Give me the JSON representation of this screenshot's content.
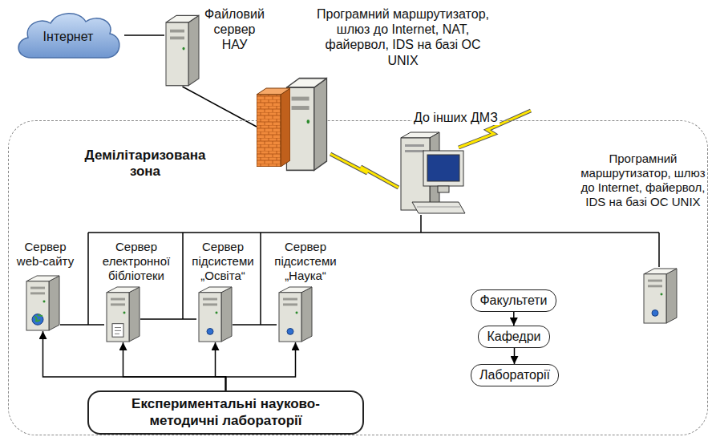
{
  "diagram": {
    "nodes": [
      {
        "text": [
          "Інтернет"
        ]
      },
      {
        "text": [
          "Файловий сервер НАУ"
        ]
      },
      {
        "text": [
          "Програмний маршрутизатор, шлюз до Internet, NAT, файервол, IDS на базі ОС UNIX"
        ]
      },
      {
        "text": [
          "Демілітаризована зона"
        ]
      },
      {
        "text": [
          "Програмний маршрутизатор, шлюз до Internet, файервол, IDS на базі ОС UNIX"
        ],
        "in": 3
      },
      {
        "text": [
          "Сервер web-сайту"
        ],
        "in": 3
      },
      {
        "text": [
          "Сервер електронної бібліотеки"
        ],
        "in": 3
      },
      {
        "text": [
          "Сервер підсистеми „Освіта“"
        ],
        "in": 3
      },
      {
        "text": [
          "Сервер підсистеми „Наука“"
        ],
        "in": 3
      },
      {
        "text": [
          "Факультети"
        ],
        "in": 3
      },
      {
        "text": [
          "Кафедри"
        ],
        "in": 3
      },
      {
        "text": [
          "Лабораторії"
        ],
        "in": 3
      },
      {
        "text": [
          "Експериментальні науково-методичні лабораторії"
        ],
        "in": 3
      }
    ],
    "edges": [
      {
        "from": 0,
        "to": 1,
        "arrow": "none"
      },
      {
        "from": 1,
        "to": 2,
        "arrow": "none"
      },
      {
        "from": 12,
        "to": 5,
        "arrow": "to"
      },
      {
        "from": 12,
        "to": 6,
        "arrow": "to"
      },
      {
        "from": 12,
        "to": 7,
        "arrow": "to"
      },
      {
        "from": 12,
        "to": 8,
        "arrow": "to"
      },
      {
        "from": 9,
        "to": 10,
        "arrow": "to"
      },
      {
        "from": 10,
        "to": 11,
        "arrow": "to"
      }
    ],
    "labels": [
      "До інших ДМЗ"
    ]
  }
}
